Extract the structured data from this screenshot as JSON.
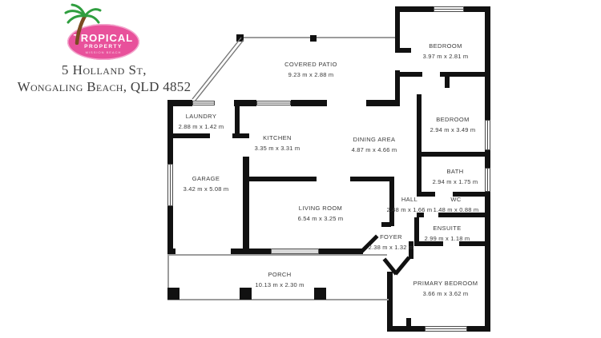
{
  "brand": {
    "name": "TROPICAL",
    "sub": "PROPERTY",
    "tagline": "MISSION BEACH"
  },
  "address": {
    "line1": "5 Holland St,",
    "line2": "Wongaling Beach, QLD 4852"
  },
  "colors": {
    "brand_pink": "#e8519b",
    "wall": "#111111",
    "label_text": "#3a3a3a"
  },
  "rooms": [
    {
      "name": "COVERED PATIO",
      "dims": "9.23 m x 2.88 m"
    },
    {
      "name": "BEDROOM",
      "dims": "3.97 m x 2.81 m"
    },
    {
      "name": "BEDROOM",
      "dims": "2.94 m x 3.49 m"
    },
    {
      "name": "LAUNDRY",
      "dims": "2.88 m x 1.42 m"
    },
    {
      "name": "KITCHEN",
      "dims": "3.35 m x 3.31 m"
    },
    {
      "name": "DINING AREA",
      "dims": "4.87 m x 4.66 m"
    },
    {
      "name": "GARAGE",
      "dims": "3.42 m x 5.08 m"
    },
    {
      "name": "BATH",
      "dims": "2.94 m x 1.75 m"
    },
    {
      "name": "WC",
      "dims": "1.48 m x 0.88 m"
    },
    {
      "name": "HALL",
      "dims": "2.48 m x 1.66 m"
    },
    {
      "name": "ENSUITE",
      "dims": "2.99 m x 1.18 m"
    },
    {
      "name": "FOYER",
      "dims": "2.38 m x 1.32 m"
    },
    {
      "name": "LIVING ROOM",
      "dims": "6.54 m x 3.25 m"
    },
    {
      "name": "PRIMARY BEDROOM",
      "dims": "3.66 m x 3.62 m"
    },
    {
      "name": "PORCH",
      "dims": "10.13 m x 2.30 m"
    }
  ]
}
